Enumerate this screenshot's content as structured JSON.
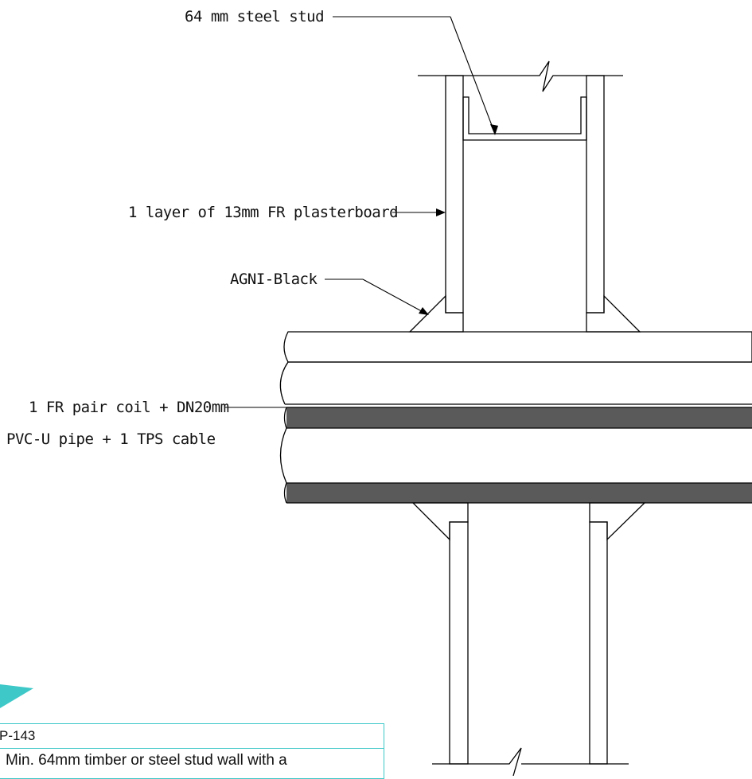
{
  "labels": {
    "steel_stud": "64 mm steel stud",
    "plasterboard": "1 layer of 13mm FR plasterboard",
    "sealant": "AGNI-Black",
    "service_line1": "1 FR pair coil + DN20mm",
    "service_line2": "PVC-U pipe + 1 TPS cable"
  },
  "info": {
    "code": "P-143",
    "description": "Min. 64mm timber or steel stud wall with a"
  },
  "colors": {
    "accent": "#3ec8c8",
    "pipe_band": "#5a5a5a",
    "sealant": "#6b6b6b"
  }
}
